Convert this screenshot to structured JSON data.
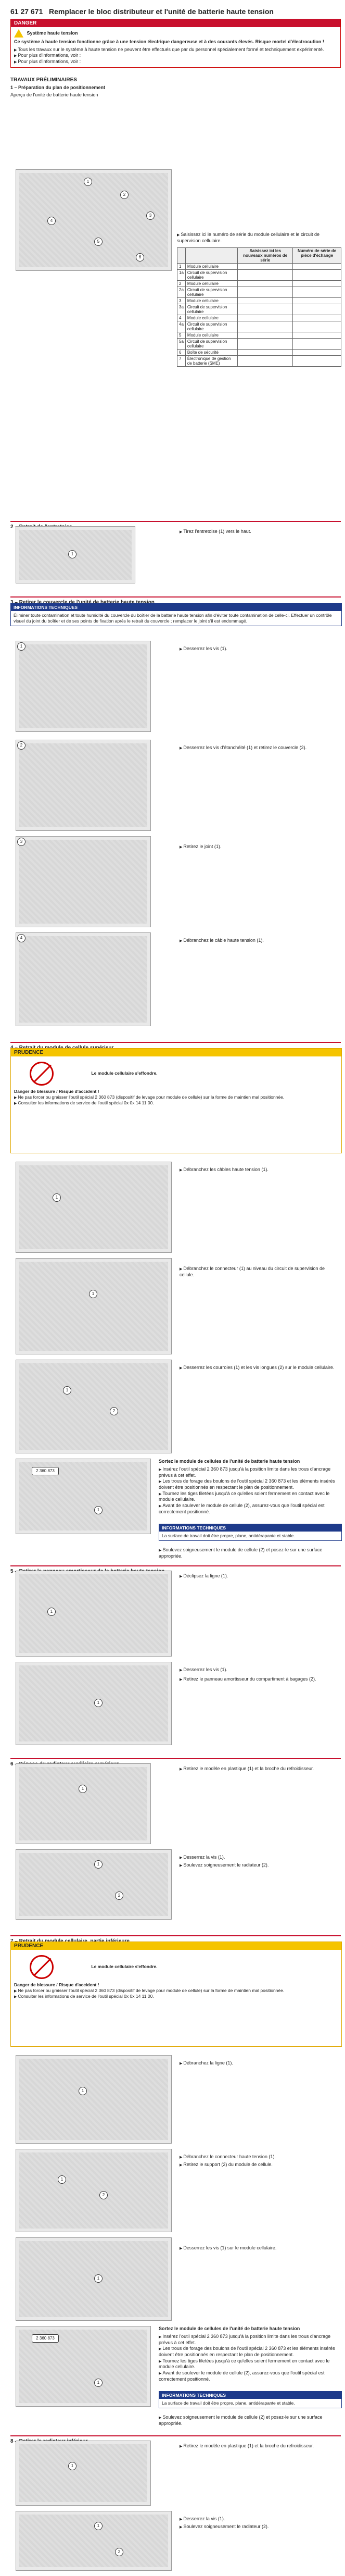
{
  "doc": {
    "number": "61 27 671",
    "title": "Remplacer le bloc distributeur et l'unité de batterie haute tension"
  },
  "danger": {
    "label": "DANGER",
    "subtitle": "Système haute tension",
    "text": "Ce système à haute tension fonctionne grâce à une tension électrique dangereuse et à des courants élevés. Risque mortel d'électrocution !",
    "bullets": [
      "Tous les travaux sur le système à haute tension ne peuvent être effectués que par du personnel spécialement formé et techniquement expérimenté.",
      "Pour plus d'informations, voir :",
      "Pour plus d'informations, voir :"
    ]
  },
  "prelim": {
    "title": "TRAVAUX PRÉLIMINAIRES",
    "s1": "1 – Préparation du plan de positionnement",
    "s1_sub": "Aperçu de l'unité de batterie haute tension",
    "s1_step": "Saisissez ici le numéro de série du module cellulaire et le circuit de supervision cellulaire.",
    "table": {
      "headers": [
        "",
        "",
        "Saisissez ici les nouveaux numéros de série",
        "Numéro de série de pièce d'échange"
      ],
      "rows": [
        [
          "1",
          "Module cellulaire"
        ],
        [
          "1a",
          "Circuit de supervision cellulaire"
        ],
        [
          "2",
          "Module cellulaire"
        ],
        [
          "2a",
          "Circuit de supervision cellulaire"
        ],
        [
          "3",
          "Module cellulaire"
        ],
        [
          "3a",
          "Circuit de supervision cellulaire"
        ],
        [
          "4",
          "Module cellulaire"
        ],
        [
          "4a",
          "Circuit de supervision cellulaire"
        ],
        [
          "5",
          "Module cellulaire"
        ],
        [
          "5a",
          "Circuit de supervision cellulaire"
        ],
        [
          "6",
          "Boîte de sécurité"
        ],
        [
          "7",
          "Électronique de gestion de batterie (SME)"
        ]
      ]
    }
  },
  "s2": {
    "title": "2 – Retrait de l'entretoise",
    "step": "Tirez l'entretoise (1) vers le haut."
  },
  "s3": {
    "title": "3 – Retirer le couvercle de l'unité de batterie haute tension",
    "info_label": "INFORMATIONS TECHNIQUES",
    "info": "Éliminer toute contamination et toute humidité du couvercle du boîtier de la batterie haute tension afin d'éviter toute contamination de celle-ci. Effectuer un contrôle visuel du joint du boîtier et de ses points de fixation après le retrait du couvercle ; remplacer le joint s'il est endommagé.",
    "steps": [
      "Desserrez les vis (1).",
      "Desserrez les vis d'étanchéité (1) et retirez le couvercle (2).",
      "Retirez le joint (1).",
      "Débranchez le câble haute tension (1)."
    ],
    "fig_labels": [
      "1",
      "2",
      "3",
      "4"
    ]
  },
  "s4": {
    "title": "4 – Retrait du module de cellule supérieur",
    "caution_label": "PRUDENCE",
    "caution_text": "Le module cellulaire s'effondre.",
    "injury": "Danger de blessure / Risque d'accident !",
    "bullets": [
      "Ne pas forcer ou graisser l'outil spécial 2 360 873 (dispositif de levage pour module de cellule) sur la forme de maintien mal positionnée.",
      "Consulter les informations de service de l'outil spécial 0x 0x 14 11 00."
    ],
    "steps": [
      "Débranchez les câbles haute tension (1).",
      "Débranchez le connecteur (1) au niveau du circuit de supervision de cellule.",
      "Desserrez les courroies (1) et les vis longues (2) sur le module cellulaire."
    ],
    "lift_title": "Sortez le module de cellules de l'unité de batterie haute tension",
    "lift_tool": "2 360 873",
    "lift_bullets": [
      "Insérez l'outil spécial 2 360 873 jusqu'à la position limite dans les trous d'ancrage prévus à cet effet.",
      "Les trous de forage des boulons de l'outil spécial 2 360 873 et les éléments insérés doivent être positionnés en respectant le plan de positionnement.",
      "Tournez les tiges filetées jusqu'à ce qu'elles soient fermement en contact avec le module cellulaire.",
      "Avant de soulever le module de cellule (2), assurez-vous que l'outil spécial est correctement positionné."
    ],
    "info_label": "INFORMATIONS TECHNIQUES",
    "info": "La surface de travail doit être propre, plane, antidérapante et stable.",
    "final": "Soulevez soigneusement le module de cellule (2) et posez-le sur une surface appropriée."
  },
  "s5": {
    "title": "5 – Retirer le panneau amortisseur de la batterie haute tension",
    "steps": [
      "Déclipsez la ligne (1).",
      "Desserrez les vis (1).",
      "Retirez le panneau amortisseur du compartiment à bagages (2)."
    ]
  },
  "s6": {
    "title": "6 – Dépose du radiateur auxiliaire supérieur",
    "steps": [
      "Retirez le modèle en plastique (1) et la broche du refroidisseur.",
      "Desserrez la vis (1).",
      "Soulevez soigneusement le radiateur (2)."
    ]
  },
  "s7": {
    "title": "7 – Retrait du module cellulaire, partie inférieure",
    "caution_label": "PRUDENCE",
    "caution_text": "Le module cellulaire s'effondre.",
    "injury": "Danger de blessure / Risque d'accident !",
    "bullets": [
      "Ne pas forcer ou graisser l'outil spécial 2 360 873 (dispositif de levage pour module de cellule) sur la forme de maintien mal positionnée.",
      "Consulter les informations de service de l'outil spécial 0x 0x 14 11 00."
    ],
    "steps": [
      "Débranchez la ligne (1).",
      "Débranchez le connecteur haute tension (1).",
      "Retirez le support (2) du module de cellule.",
      "Desserrez les vis (1) sur le module cellulaire."
    ],
    "lift_title": "Sortez le module de cellules de l'unité de batterie haute tension",
    "lift_tool": "2 360 873",
    "lift_bullets": [
      "Insérez l'outil spécial 2 360 873 jusqu'à la position limite dans les trous d'ancrage prévus à cet effet.",
      "Les trous de forage des boulons de l'outil spécial 2 360 873 et les éléments insérés doivent être positionnés en respectant le plan de positionnement.",
      "Tournez les tiges filetées jusqu'à ce qu'elles soient fermement en contact avec le module cellulaire.",
      "Avant de soulever le module de cellule (2), assurez-vous que l'outil spécial est correctement positionné."
    ],
    "info_label": "INFORMATIONS TECHNIQUES",
    "info": "La surface de travail doit être propre, plane, antidérapante et stable.",
    "final": "Soulevez soigneusement le module de cellule (2) et posez-le sur une surface appropriée."
  },
  "s8": {
    "title": "8 – Retirer le radiateur inférieur",
    "steps": [
      "Retirez le modèle en plastique (1) et la broche du refroidisseur.",
      "Desserrez la vis (1).",
      "Soulevez soigneusement le radiateur (2)."
    ]
  }
}
